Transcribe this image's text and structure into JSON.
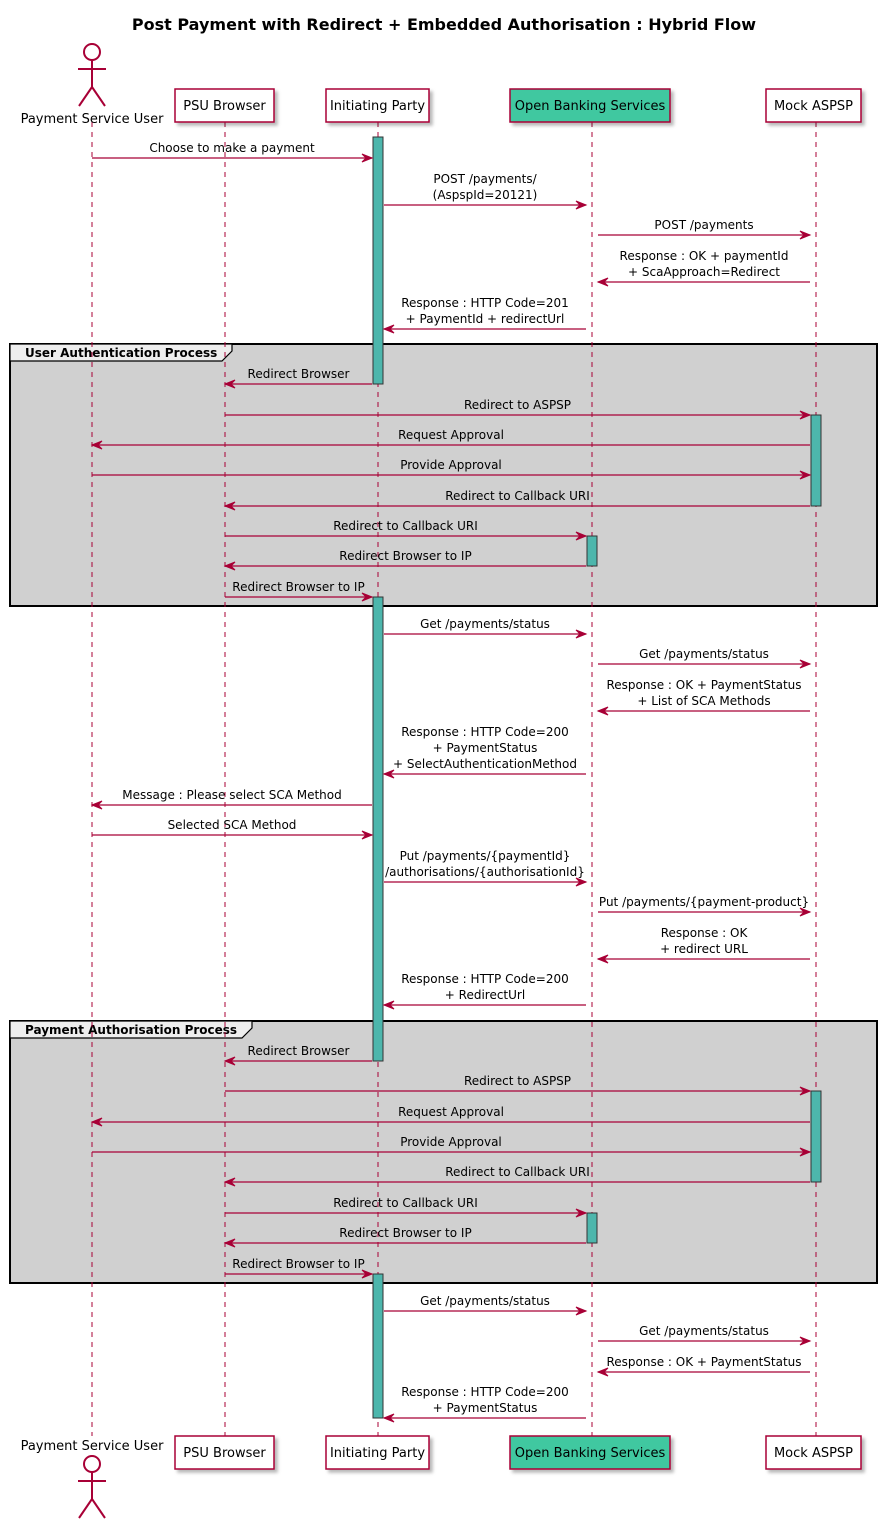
{
  "title": "Post Payment with Redirect + Embedded Authorisation : Hybrid Flow",
  "colors": {
    "arrow": "#a80036",
    "participant_fill": "#ffffff",
    "highlight_fill": "#40c8a0",
    "activation_fill": "#4db6ac",
    "group_fill": "#d0d0d0",
    "group_border": "#000000"
  },
  "participants": [
    {
      "id": "psu",
      "label": "Payment Service User",
      "kind": "actor"
    },
    {
      "id": "browser",
      "label": "PSU Browser",
      "kind": "box"
    },
    {
      "id": "ip",
      "label": "Initiating Party",
      "kind": "box"
    },
    {
      "id": "obs",
      "label": "Open Banking Services",
      "kind": "box",
      "highlight": true
    },
    {
      "id": "aspsp",
      "label": "Mock ASPSP",
      "kind": "box"
    }
  ],
  "groups": [
    {
      "label": "User Authentication Process"
    },
    {
      "label": "Payment Authorisation Process"
    }
  ],
  "messages": [
    {
      "from": "psu",
      "to": "ip",
      "lines": [
        "Choose to make a payment"
      ]
    },
    {
      "from": "ip",
      "to": "obs",
      "lines": [
        "POST /payments/",
        "(AspspId=20121)"
      ]
    },
    {
      "from": "obs",
      "to": "aspsp",
      "lines": [
        "POST /payments"
      ]
    },
    {
      "from": "aspsp",
      "to": "obs",
      "lines": [
        "Response : OK + paymentId",
        "+ ScaApproach=Redirect"
      ]
    },
    {
      "from": "obs",
      "to": "ip",
      "lines": [
        "Response : HTTP Code=201",
        "+ PaymentId + redirectUrl"
      ]
    },
    {
      "from": "ip",
      "to": "browser",
      "lines": [
        "Redirect Browser"
      ]
    },
    {
      "from": "browser",
      "to": "aspsp",
      "lines": [
        "Redirect to ASPSP"
      ]
    },
    {
      "from": "aspsp",
      "to": "psu",
      "lines": [
        "Request Approval"
      ]
    },
    {
      "from": "psu",
      "to": "aspsp",
      "lines": [
        "Provide Approval"
      ]
    },
    {
      "from": "aspsp",
      "to": "browser",
      "lines": [
        "Redirect to Callback URI"
      ]
    },
    {
      "from": "browser",
      "to": "obs",
      "lines": [
        "Redirect to Callback URI"
      ]
    },
    {
      "from": "obs",
      "to": "browser",
      "lines": [
        "Redirect Browser to IP"
      ]
    },
    {
      "from": "browser",
      "to": "ip",
      "lines": [
        "Redirect Browser to IP"
      ]
    },
    {
      "from": "ip",
      "to": "obs",
      "lines": [
        "Get /payments/status"
      ]
    },
    {
      "from": "obs",
      "to": "aspsp",
      "lines": [
        "Get /payments/status"
      ]
    },
    {
      "from": "aspsp",
      "to": "obs",
      "lines": [
        "Response : OK + PaymentStatus",
        "+ List of SCA Methods"
      ]
    },
    {
      "from": "obs",
      "to": "ip",
      "lines": [
        "Response : HTTP Code=200",
        "+ PaymentStatus",
        "+ SelectAuthenticationMethod"
      ]
    },
    {
      "from": "ip",
      "to": "psu",
      "lines": [
        "Message : Please select SCA Method"
      ]
    },
    {
      "from": "psu",
      "to": "ip",
      "lines": [
        "Selected SCA Method"
      ]
    },
    {
      "from": "ip",
      "to": "obs",
      "lines": [
        "Put /payments/{paymentId}",
        "/authorisations/{authorisationId}"
      ]
    },
    {
      "from": "obs",
      "to": "aspsp",
      "lines": [
        "Put /payments/{payment-product}"
      ]
    },
    {
      "from": "aspsp",
      "to": "obs",
      "lines": [
        "Response : OK",
        "+ redirect URL"
      ]
    },
    {
      "from": "obs",
      "to": "ip",
      "lines": [
        "Response : HTTP Code=200",
        "+ RedirectUrl"
      ]
    },
    {
      "from": "ip",
      "to": "browser",
      "lines": [
        "Redirect Browser"
      ]
    },
    {
      "from": "browser",
      "to": "aspsp",
      "lines": [
        "Redirect to ASPSP"
      ]
    },
    {
      "from": "aspsp",
      "to": "psu",
      "lines": [
        "Request Approval"
      ]
    },
    {
      "from": "psu",
      "to": "aspsp",
      "lines": [
        "Provide Approval"
      ]
    },
    {
      "from": "aspsp",
      "to": "browser",
      "lines": [
        "Redirect to Callback URI"
      ]
    },
    {
      "from": "browser",
      "to": "obs",
      "lines": [
        "Redirect to Callback URI"
      ]
    },
    {
      "from": "obs",
      "to": "browser",
      "lines": [
        "Redirect Browser to IP"
      ]
    },
    {
      "from": "browser",
      "to": "ip",
      "lines": [
        "Redirect Browser to IP"
      ]
    },
    {
      "from": "ip",
      "to": "obs",
      "lines": [
        "Get /payments/status"
      ]
    },
    {
      "from": "obs",
      "to": "aspsp",
      "lines": [
        "Get /payments/status"
      ]
    },
    {
      "from": "aspsp",
      "to": "obs",
      "lines": [
        "Response : OK + PaymentStatus"
      ]
    },
    {
      "from": "obs",
      "to": "ip",
      "lines": [
        "Response : HTTP Code=200",
        "+ PaymentStatus"
      ]
    }
  ]
}
